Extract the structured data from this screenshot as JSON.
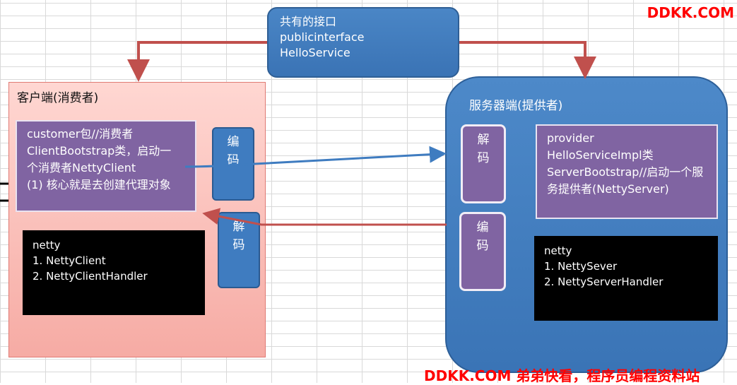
{
  "interface": {
    "line1": "共有的接口",
    "line2": "publicinterface",
    "line3": "HelloService"
  },
  "client": {
    "title": "客户端(消费者)",
    "customer": [
      "customer包//消费者",
      "ClientBootstrap类，启动一",
      "个消费者NettyClient",
      "(1) 核心就是去创建代理对象"
    ],
    "netty": [
      "netty",
      "1. NettyClient",
      "2. NettyClientHandler"
    ],
    "encode": [
      "编",
      "码"
    ],
    "decode": [
      "解",
      "码"
    ]
  },
  "server": {
    "title": "服务器端(提供者)",
    "provider": [
      "provider",
      "HelloServiceImpl类",
      "ServerBootstrap//启动一个服",
      "务提供者(NettyServer)"
    ],
    "netty": [
      "netty",
      "1. NettySever",
      "2. NettyServerHandler"
    ],
    "decode": [
      "解",
      "码"
    ],
    "encode": [
      "编",
      "码"
    ]
  },
  "watermark": {
    "top": "DDKK.COM",
    "bottom": "DDKK.COM 弟弟快看，程序员编程资料站"
  },
  "colors": {
    "accent_red": "#c0504d",
    "blue": "#3f7cc0",
    "purple": "#8064a2",
    "watermark": "#ff0000"
  }
}
